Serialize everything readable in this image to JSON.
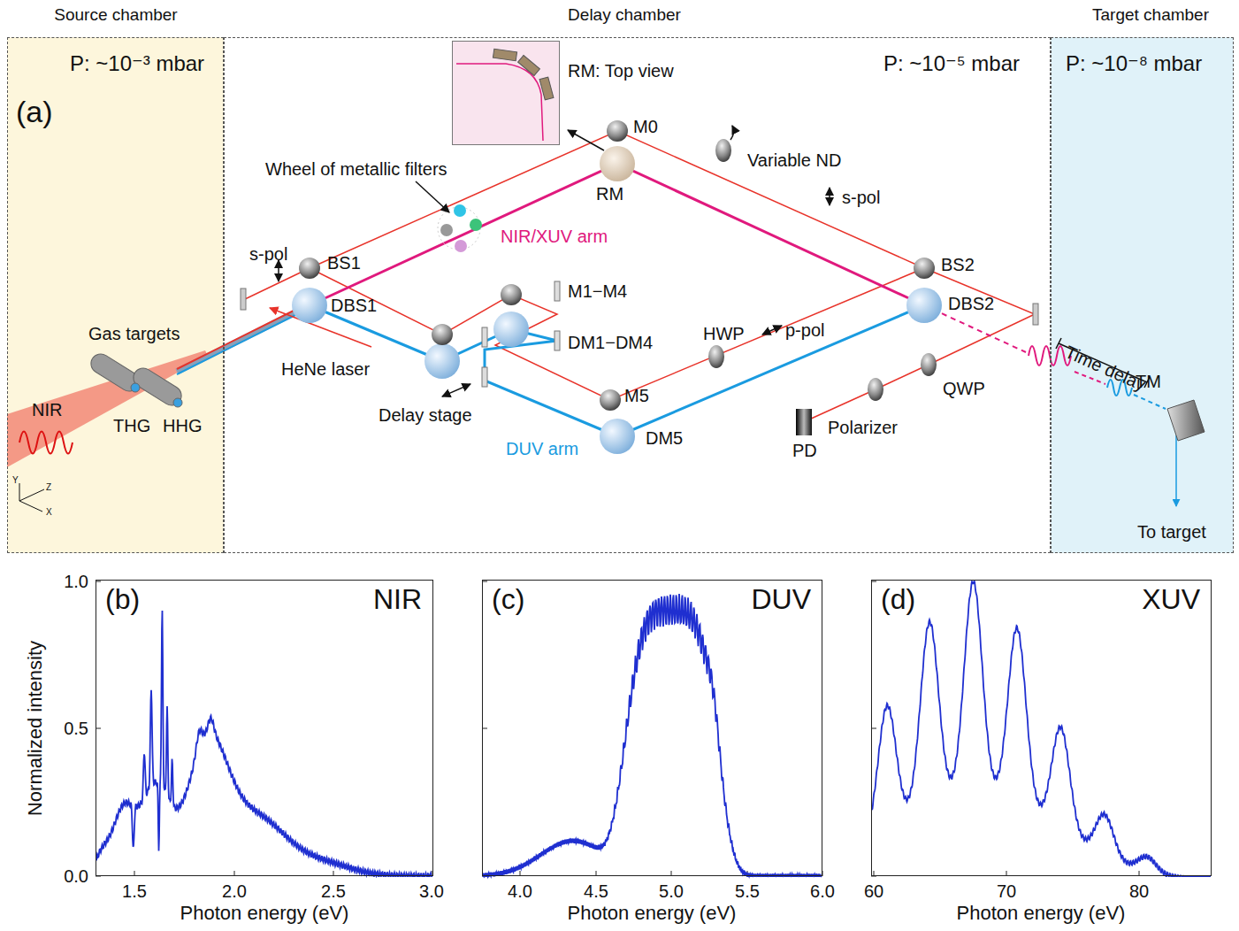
{
  "diagram": {
    "nodes": [
      {
        "text": [
          "Source chamber",
          "P: ~10⁻³ mbar"
        ]
      },
      {
        "text": [
          "Delay chamber",
          "P: ~10⁻⁵ mbar"
        ]
      },
      {
        "text": [
          "Target chamber",
          "P: ~10⁻⁸ mbar"
        ]
      },
      {
        "text": [
          "RM: Top view"
        ],
        "in": 1
      },
      {
        "text": [
          "(b)",
          "NIR"
        ]
      },
      {
        "text": [
          "(c)",
          "DUV"
        ]
      },
      {
        "text": [
          "(d)",
          "XUV"
        ]
      }
    ],
    "labels": [
      "(a)",
      "Wheel of metallic filters",
      "M0",
      "RM",
      "Variable ND",
      "s-pol",
      "NIR/XUV arm",
      "BS2",
      "s-pol",
      "BS1",
      "DBS1",
      "M1−M4",
      "DM1−DM4",
      "HeNe laser",
      "Gas targets",
      "NIR",
      "THG",
      "HHG",
      "Delay stage",
      "HWP",
      "p-pol",
      "DBS2",
      "M5",
      "DM5",
      "DUV arm",
      "QWP",
      "PD",
      "Polarizer",
      "Time delay",
      "TM",
      "To target",
      "Y",
      "Z",
      "X",
      "1.0",
      "0.5",
      "0.0",
      "Normalized intensity",
      "1.5",
      "2.0",
      "2.5",
      "3.0",
      "Photon energy (eV)",
      "4.0",
      "4.5",
      "5.0",
      "5.5",
      "6.0",
      "Photon energy (eV)",
      "60",
      "70",
      "80",
      "Photon energy (eV)"
    ]
  }
}
